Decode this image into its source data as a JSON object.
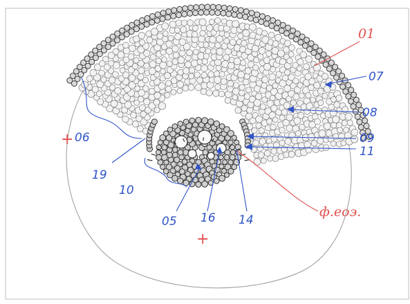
{
  "labels": {
    "l01": "01",
    "l07": "07",
    "l08": "08",
    "l09": "09",
    "l11": "11",
    "l06": "06",
    "l19": "19",
    "l10": "10",
    "l05": "05",
    "l16": "16",
    "l14": "14",
    "phloem": "ф.еоэ."
  },
  "marks": {
    "plus": "+"
  },
  "colors": {
    "blue_ink": "#2f54c8",
    "red_ink": "#e05050",
    "pencil": "#7b7b7b"
  }
}
